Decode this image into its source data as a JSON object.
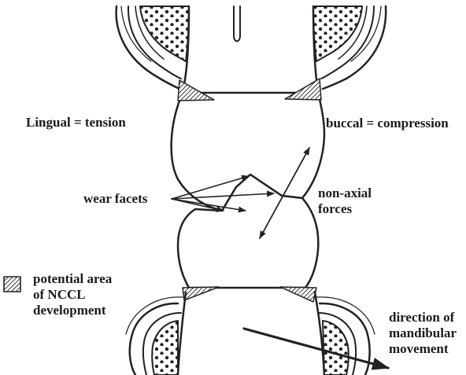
{
  "labels": {
    "lingual": "Lingual = tension",
    "buccal": "buccal = compression",
    "wear_facets": "wear facets",
    "non_axial_line1": "non-axial",
    "non_axial_line2": "forces",
    "legend_line1": "potential area",
    "legend_line2": "of  NCCL",
    "legend_line3": "development",
    "mandibular_line1": "direction of",
    "mandibular_line2": "mandibular",
    "mandibular_line3": "movement"
  },
  "colors": {
    "ink": "#222222",
    "background": "#ffffff"
  }
}
